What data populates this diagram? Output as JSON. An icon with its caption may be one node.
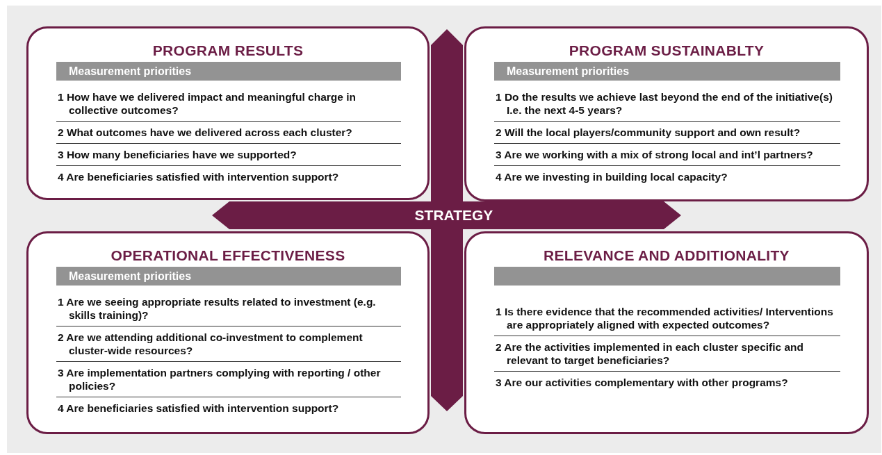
{
  "diagram": {
    "nodes": [
      {
        "text": [
          "PROGRAM RESULTS",
          "1 How have we delivered impact and meaningful charge in collective outcomes?",
          "2 What outcomes have we delivered across each cluster?",
          "3 How many beneficiaries have we supported?",
          "4 Are beneficiaries satisfied with intervention support?"
        ]
      },
      {
        "text": [
          "Measurement priorities"
        ],
        "in": 0
      },
      {
        "text": [
          "PROGRAM SUSTAINABLTY",
          "1 Do the results we achieve last beyond the end of the initiative(s) I.e. the next 4-5 years?",
          "2 Will the local players/community support and own result?",
          "3 Are we working with a mix of strong local and int’l partners?",
          "4 Are we investing in building local capacity?"
        ]
      },
      {
        "text": [
          "Measurement priorities"
        ],
        "in": 2
      },
      {
        "text": [
          "STRATEGY"
        ]
      },
      {
        "text": [
          "OPERATIONAL EFFECTIVENESS",
          "1 Are we seeing appropriate results related to investment (e.g. skills training)?",
          "2 Are we attending additional co-investment to complement cluster-wide resources?",
          "3 Are implementation partners complying with reporting / other policies?",
          "4 Are beneficiaries satisfied with intervention support?"
        ]
      },
      {
        "text": [
          "Measurement priorities"
        ],
        "in": 5
      },
      {
        "text": [
          "RELEVANCE AND ADDITIONALITY",
          "1 Is there evidence that the recommended activities/ Interventions are appropriately aligned with expected outcomes?",
          "2 Are the activities implemented in each cluster specific and relevant to target beneficiaries?",
          "3 Are our activities complementary with other programs?"
        ]
      },
      {
        "text": [],
        "shape": "bar",
        "in": 7
      }
    ]
  }
}
